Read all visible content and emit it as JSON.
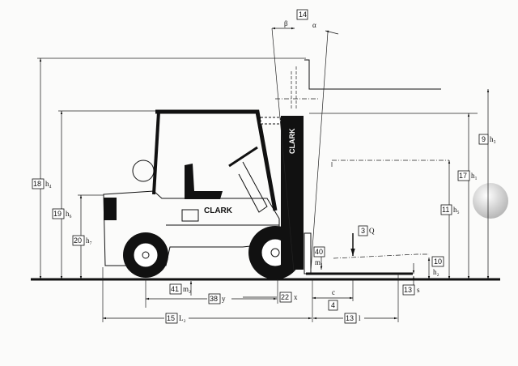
{
  "title": "Forklift dimension diagram",
  "brand": "CLARK",
  "labels": {
    "tilt": {
      "num": "14",
      "beta": "β",
      "alpha": "α"
    },
    "h4": {
      "num": "18",
      "sym": "h₄"
    },
    "h6": {
      "num": "19",
      "sym": "h₆"
    },
    "h7": {
      "num": "20",
      "sym": "h₇"
    },
    "h3": {
      "num": "9",
      "sym": "h₃"
    },
    "h1": {
      "num": "17",
      "sym": "h₁"
    },
    "h5": {
      "num": "11",
      "sym": "h₅"
    },
    "Q": {
      "num": "3",
      "sym": "Q"
    },
    "m1": {
      "num": "40",
      "sym": "m₁"
    },
    "h2": {
      "num": "10",
      "sym": "h₂"
    },
    "s": {
      "num": "13",
      "sym": "s"
    },
    "m2": {
      "num": "41",
      "sym": "m₂"
    },
    "y": {
      "num": "38",
      "sym": "y"
    },
    "x": {
      "num": "22",
      "sym": "x"
    },
    "c": {
      "num": "4",
      "sym": "c"
    },
    "L2": {
      "num": "15",
      "sym": "L₂"
    },
    "l": {
      "num": "13",
      "sym": "l"
    }
  }
}
